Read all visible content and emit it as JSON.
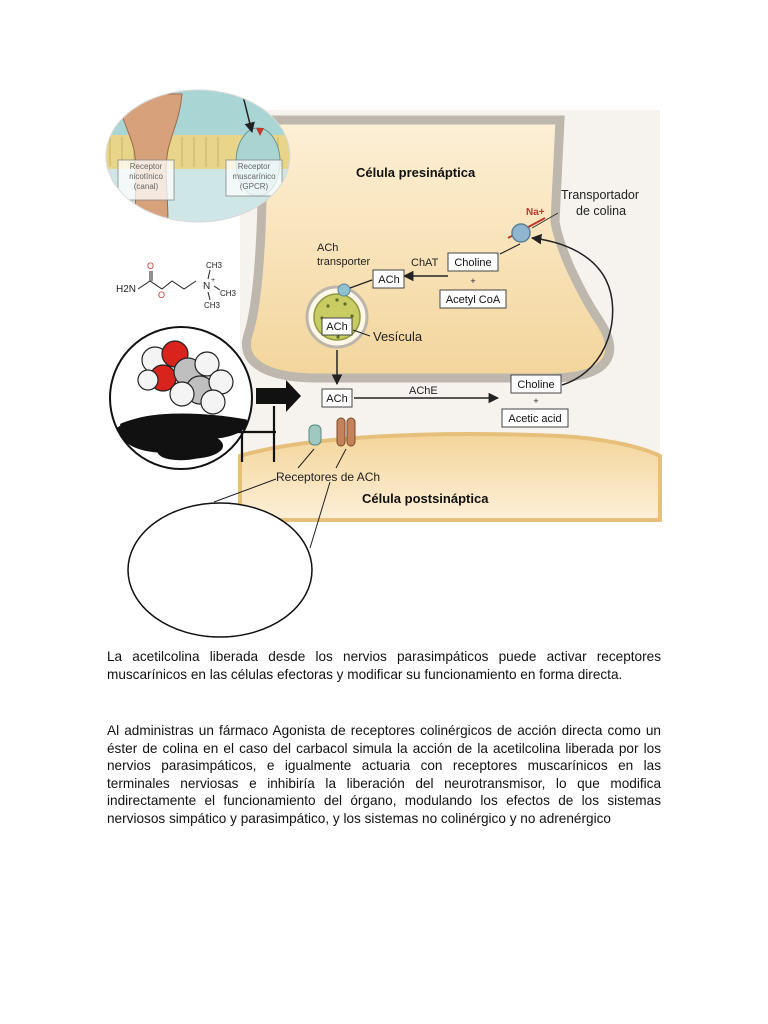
{
  "diagram": {
    "presynaptic_title": "Célula presináptica",
    "postsynaptic_title": "Célula postsináptica",
    "choline_transporter": [
      "Transportador",
      "de colina"
    ],
    "na_label": "Na+",
    "ach_transporter": [
      "ACh",
      "transporter"
    ],
    "chat_label": "ChAT",
    "ache_label": "AChE",
    "vesicle_label": "Vesícula",
    "boxes": {
      "ach_top": "ACh",
      "choline_top": "Choline",
      "acetyl_coa": "Acetyl CoA",
      "ach_vesicle": "ACh",
      "ach_cleft": "ACh",
      "choline_bottom": "Choline",
      "acetic_acid": "Acetic acid"
    },
    "plus_sign": "+",
    "receptors_label": "Receptores de ACh",
    "inset_nicotinic": [
      "Receptor",
      "nicotínico",
      "(canal)"
    ],
    "inset_muscarinic": [
      "Receptor",
      "muscarínico",
      "(GPCR)"
    ],
    "formula": {
      "h2n": "H2N",
      "o": "O",
      "n": "N",
      "ch3": "CH3",
      "plus": "+"
    }
  },
  "text": {
    "p1": " La acetilcolina liberada desde los nervios parasimpáticos puede activar receptores muscarínicos en las células efectoras y modificar su funcionamiento en forma directa.",
    "p2": "Al administras un fármaco Agonista de receptores colinérgicos de acción directa como un éster de colina en el caso del carbacol simula la acción de la acetilcolina liberada por los nervios parasimpáticos, e igualmente actuaria con receptores muscarínicos en las terminales nerviosas e inhibiría la liberación del neurotransmisor, lo que modifica indirectamente el funcionamiento del órgano, modulando los efectos de los sistemas nerviosos simpático y parasimpático, y los sistemas no colinérgico y no adrenérgico"
  },
  "colors": {
    "cell_fill": "#f6d9a4",
    "cell_outline": "#b8b0a2",
    "vesicle_fill": "#c9cc62",
    "receptor_brown": "#b77a52",
    "receptor_teal": "#9fc8c0",
    "inset_bg": "#a9d5d5",
    "membrane": "#e8d58a"
  }
}
